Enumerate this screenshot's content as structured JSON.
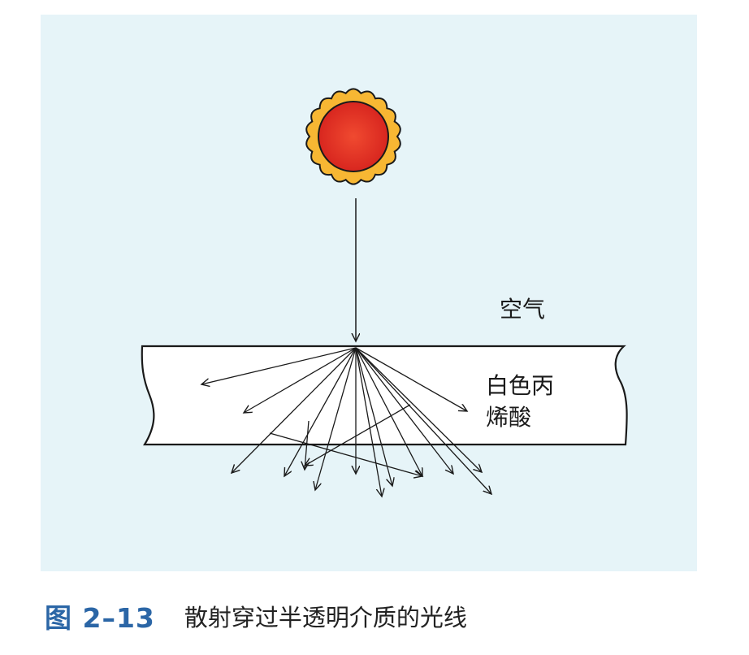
{
  "diagram": {
    "labels": {
      "air": "空气",
      "medium_line1": "白色丙",
      "medium_line2": "烯酸"
    },
    "colors": {
      "background": "#e6f4f8",
      "sun_core": "#e0322a",
      "sun_ring": "#f7b733",
      "slab_fill": "#ffffff",
      "line": "#1a1a1a"
    },
    "icons": [
      "sun-icon"
    ]
  },
  "caption": {
    "number": "图 2–13",
    "title": "散射穿过半透明介质的光线"
  }
}
